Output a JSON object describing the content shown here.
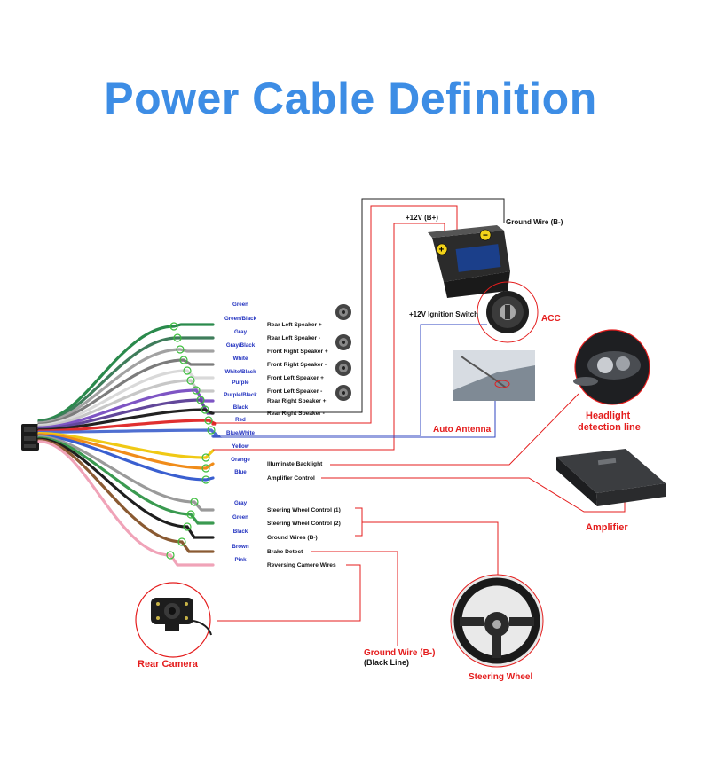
{
  "title": "Power Cable Definition",
  "colors": {
    "title": "#3d8de5",
    "accent_red": "#e41d1d",
    "wire_label_blue": "#1f2fbf",
    "ring_green": "#3dbe3d"
  },
  "wires": [
    {
      "color_name": "Green",
      "function": "Rear Left Speaker +",
      "hex": "#2a8a4c"
    },
    {
      "color_name": "Green/Black",
      "function": "Rear Left Speaker -",
      "hex": "#3f7d5b"
    },
    {
      "color_name": "Gray",
      "function": "Front Right Speaker +",
      "hex": "#a2a2a2"
    },
    {
      "color_name": "Gray/Black",
      "function": "Front Right Speaker -",
      "hex": "#7c7c7c"
    },
    {
      "color_name": "White",
      "function": "Front Left Speaker +",
      "hex": "#d9d9d9"
    },
    {
      "color_name": "White/Black",
      "function": "Front Left Speaker -",
      "hex": "#c7c7c7"
    },
    {
      "color_name": "Purple",
      "function": "Rear Right Speaker +",
      "hex": "#7e55c4"
    },
    {
      "color_name": "Purple/Black",
      "function": "Rear Right Speaker -",
      "hex": "#62479a"
    },
    {
      "color_name": "Black",
      "function": "",
      "hex": "#222222"
    },
    {
      "color_name": "Red",
      "function": "",
      "hex": "#e03030"
    },
    {
      "color_name": "Blue/White",
      "function": "",
      "hex": "#4f6fd1"
    },
    {
      "color_name": "Yellow",
      "function": "",
      "hex": "#f0c915"
    },
    {
      "color_name": "Orange",
      "function": "Illuminate Backlight",
      "hex": "#f08c1a"
    },
    {
      "color_name": "Blue",
      "function": "Amplifier Control",
      "hex": "#3a5fd0"
    },
    {
      "color_name": "Gray",
      "function": "Steering Wheel Control (1)",
      "hex": "#9a9a9a"
    },
    {
      "color_name": "Green",
      "function": "Steering Wheel Control (2)",
      "hex": "#3a9a50"
    },
    {
      "color_name": "Black",
      "function": "Ground Wires (B-)",
      "hex": "#1e1e1e"
    },
    {
      "color_name": "Brown",
      "function": "Brake Detect",
      "hex": "#8a5a32"
    },
    {
      "color_name": "Pink",
      "function": "Reversing Camere Wires",
      "hex": "#f0a3b8"
    }
  ],
  "labels": {
    "battery_plus": "+12V  (B+)",
    "ground_wire_top": "Ground Wire (B-)",
    "ignition": "+12V  Ignition Switch",
    "acc": "ACC",
    "auto_antenna": "Auto Antenna",
    "headlight": "Headlight detection line",
    "amplifier": "Amplifier",
    "rear_camera": "Rear Camera",
    "ground_wire_bottom": "Ground Wire (B-)",
    "black_line": "(Black Line)",
    "steering_wheel": "Steering Wheel"
  }
}
